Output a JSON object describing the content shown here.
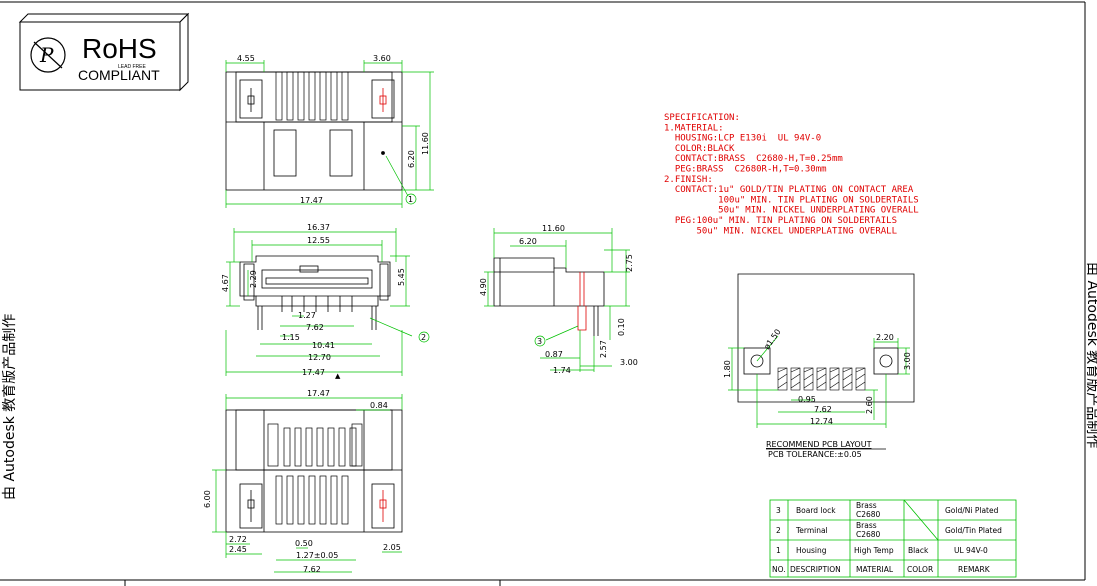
{
  "rohs": {
    "title": "RoHS",
    "sub": "COMPLIANT",
    "small": "LEAD FREE"
  },
  "watermark": {
    "left": "由 Autodesk 教育版产品制作",
    "right": "由 Autodesk 教育版产品制作"
  },
  "top_view": {
    "d1": "4.55",
    "d2": "3.60",
    "d3": "11.60",
    "d4": "6.20",
    "d5": "17.47",
    "callout": "1"
  },
  "front_view": {
    "d1": "16.37",
    "d2": "12.55",
    "d3": "4.67",
    "d4": "2.29",
    "d5": "5.45",
    "d6": "1.27",
    "d7": "7.62",
    "d8": "1.15",
    "d9": "10.41",
    "d10": "12.70",
    "d11": "17.47",
    "callout": "2"
  },
  "side_view": {
    "d1": "11.60",
    "d2": "6.20",
    "d3": "2.75",
    "d4": "4.90",
    "d5": "0.10",
    "d6": "2.57",
    "d7": "0.87",
    "d8": "1.74",
    "d9": "3.00",
    "callout": "3"
  },
  "bottom_view": {
    "d1": "17.47",
    "d2": "0.84",
    "d3": "6.00",
    "d4": "2.72",
    "d5": "2.45",
    "d6": "0.50",
    "d7": "1.27±0.05",
    "d8": "2.05",
    "d9": "7.62"
  },
  "spec": [
    "SPECIFICATION:",
    "1.MATERIAL:",
    "  HOUSING:LCP E130i  UL 94V-0",
    "  COLOR:BLACK",
    "  CONTACT:BRASS  C2680-H,T=0.25mm",
    "  PEG:BRASS  C2680R-H,T=0.30mm",
    "2.FINISH:",
    "  CONTACT:1u\" GOLD/TIN PLATING ON CONTACT AREA",
    "          100u\" MIN. TIN PLATING ON SOLDERTAILS",
    "          50u\" MIN. NICKEL UNDERPLATING OVERALL",
    "  PEG:100u\" MIN. TIN PLATING ON SOLDERTAILS",
    "      50u\" MIN. NICKEL UNDERPLATING OVERALL"
  ],
  "pcb": {
    "d1": "ø1.50",
    "d2": "2.20",
    "d3": "1.80",
    "d4": "3.00",
    "d5": "0.95",
    "d6": "7.62",
    "d7": "12.74",
    "d8": "2.60",
    "title": "RECOMMEND  PCB  LAYOUT",
    "tol": "PCB  TOLERANCE:±0.05"
  },
  "bom": {
    "rows": [
      {
        "no": "3",
        "desc": "Board lock",
        "mat1": "Brass",
        "mat2": "C2680",
        "color": "",
        "remark": "Gold/Ni Plated"
      },
      {
        "no": "2",
        "desc": "Terminal",
        "mat1": "Brass",
        "mat2": "C2680",
        "color": "",
        "remark": "Gold/Tin Plated"
      },
      {
        "no": "1",
        "desc": "Housing",
        "mat1": "High Temp",
        "mat2": "",
        "color": "Black",
        "remark": "UL 94V-0"
      }
    ],
    "header": {
      "no": "NO.",
      "desc": "DESCRIPTION",
      "mat": "MATERIAL",
      "color": "COLOR",
      "remark": "REMARK"
    }
  }
}
